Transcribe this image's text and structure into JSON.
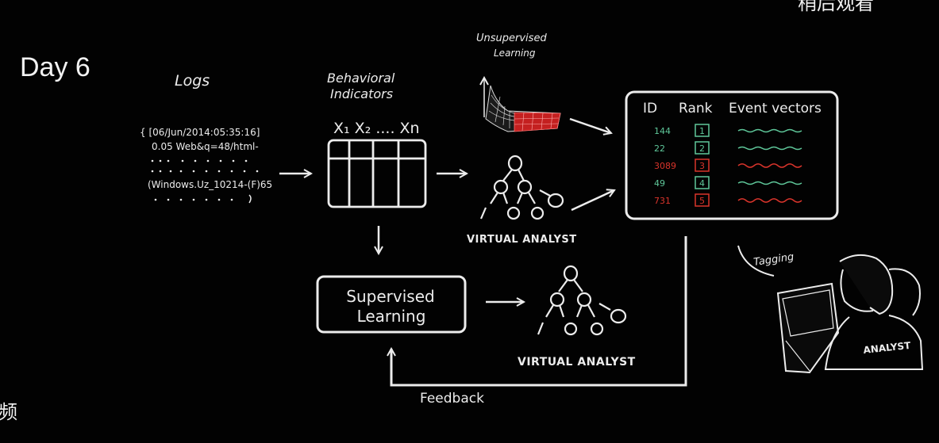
{
  "overlay": {
    "top_right_partial": "稍后观看",
    "left_partial": "频"
  },
  "day_label": "Day 6",
  "logs": {
    "title": "Logs",
    "line1": "{ [06/Jun/2014:05:35:16]",
    "line2": "0.05 Web&q=48/html-",
    "line3": "(Windows.Uz_10214-(F)65"
  },
  "indicators": {
    "title_line1": "Behavioral",
    "title_line2": "Indicators",
    "columns": "X₁ X₂ .... Xn"
  },
  "unsupervised": {
    "line1": "Unsupervised",
    "line2": "Learning"
  },
  "virtual_analyst_top": "VIRTUAL ANALYST",
  "virtual_analyst_bottom": "VIRTUAL ANALYST",
  "supervised": {
    "line1": "Supervised",
    "line2": "Learning"
  },
  "results": {
    "headers": [
      "ID",
      "Rank",
      "Event vectors"
    ],
    "rows": [
      {
        "id": "144",
        "rank": "1",
        "color": "#5fc79a"
      },
      {
        "id": "22",
        "rank": "2",
        "color": "#5fc79a"
      },
      {
        "id": "3089",
        "rank": "3",
        "color": "#d9342b"
      },
      {
        "id": "49",
        "rank": "4",
        "color": "#5fc79a"
      },
      {
        "id": "731",
        "rank": "5",
        "color": "#d9342b"
      }
    ]
  },
  "tagging": "Tagging",
  "analyst": "ANALYST",
  "feedback": "Feedback",
  "colors": {
    "background": "#020202",
    "chalk": "#ececec",
    "green": "#5fc79a",
    "red": "#d9342b"
  }
}
